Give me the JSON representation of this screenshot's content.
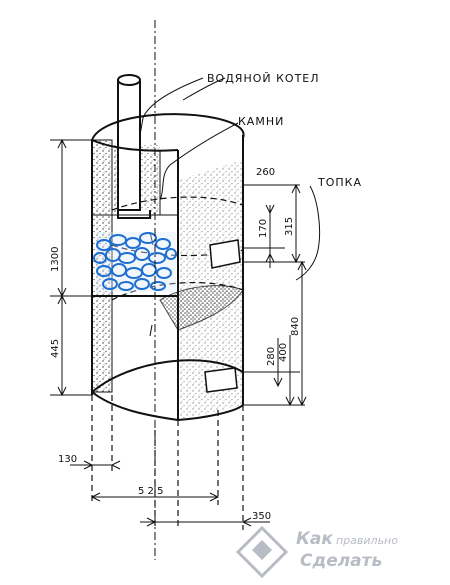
{
  "labels": {
    "water_boiler": "ВОДЯНОЙ КОТЕЛ",
    "stones": "КАМНИ",
    "firebox": "ТОПКА"
  },
  "dimensions": {
    "d_1300": "1300",
    "d_445": "445",
    "d_260": "260",
    "d_170": "170",
    "d_315": "315",
    "d_280": "280",
    "d_400": "400",
    "d_840": "840",
    "d_130": "130",
    "d_525": "5 2 5",
    "d_350": "350"
  },
  "watermark": {
    "line1_a": "Как",
    "line1_b": "правильно",
    "line2": "Сделать"
  },
  "colors": {
    "ink": "#111111",
    "stones": "#1e6fd0",
    "watermark": "#b8bcc4"
  }
}
